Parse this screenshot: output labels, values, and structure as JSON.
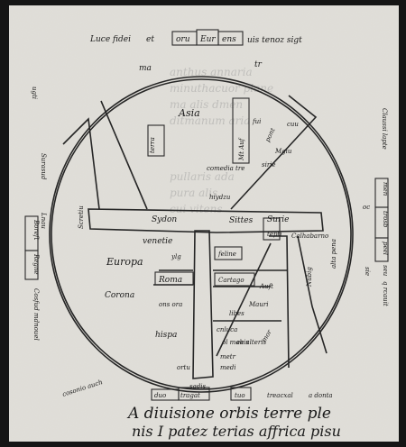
{
  "map": {
    "top_caption": [
      "Luce fidei",
      "et",
      "oru",
      "Eur",
      "ens",
      "uis tenoz sigt"
    ],
    "quarter": {
      "ma": "ma",
      "tr": "tr"
    },
    "asia": {
      "title": "Asia",
      "places": [
        "terra",
        "Mt Auf",
        "fui",
        "cuu",
        "pont",
        "Mgiu",
        "sirie",
        "comedia tre",
        "hiydzu"
      ]
    },
    "europa": {
      "title": "Europa",
      "places": [
        "Scretiu",
        "Sydon",
        "venetie",
        "Roma",
        "Corona",
        "hispa",
        "ylg",
        "ons ora"
      ]
    },
    "africa": {
      "title": "Africa",
      "places": [
        "Sittes",
        "Surie",
        "tepti",
        "Calhabarno",
        "feline",
        "Cartago",
        "Auft",
        "Mauri",
        "libes",
        "cnluca",
        "ol mahis",
        "ee alteris",
        "metr",
        "medi",
        "mor",
        "Nubig",
        "alta pena"
      ]
    },
    "left_margin": [
      "Lnau",
      "Surasud",
      "ugti",
      "Boreft",
      "Regne",
      "Cosfud mdnouel"
    ],
    "right_margin": [
      "Claussi lapte",
      "men",
      "trosb",
      "peel",
      "seu",
      "sie",
      "q rcauit",
      "oc"
    ],
    "bottom_caption": [
      "ortu",
      "sadis",
      "duo",
      "tragat",
      "tuo",
      "treacxal",
      "a donta",
      "cosonio auch"
    ],
    "text_line_1": "A diuisione orbis terre ple",
    "text_line_2": "nis I patez terias affrica pisu"
  },
  "colors": {
    "paper": "#e4e2dc",
    "ink": "#262626",
    "frame": "#141414"
  }
}
